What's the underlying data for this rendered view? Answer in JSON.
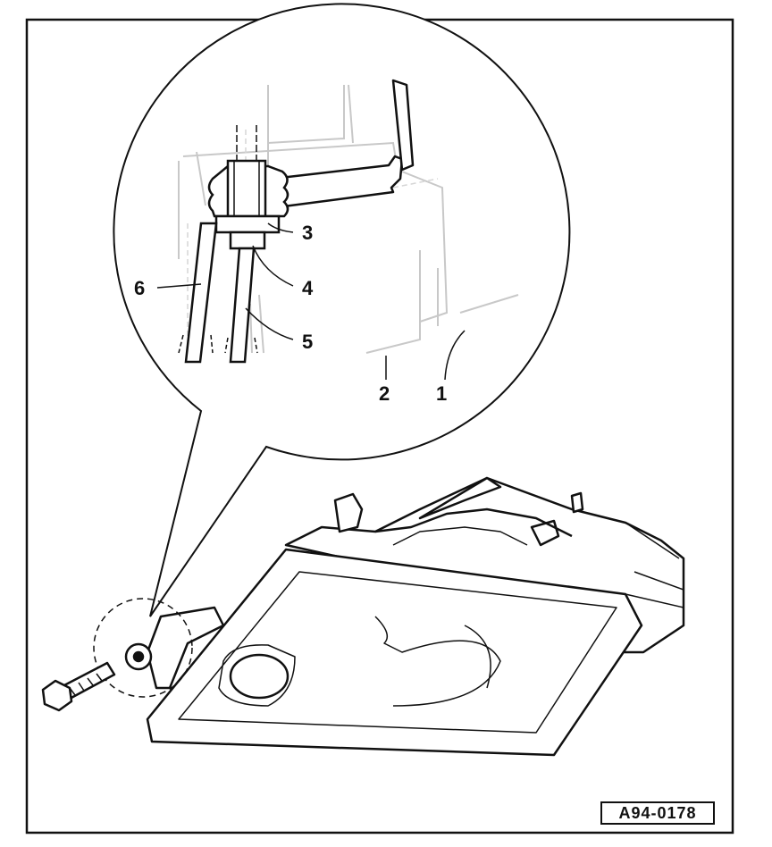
{
  "callouts": [
    {
      "id": "callout-1",
      "label": "1"
    },
    {
      "id": "callout-2",
      "label": "2"
    },
    {
      "id": "callout-3",
      "label": "3"
    },
    {
      "id": "callout-4",
      "label": "4"
    },
    {
      "id": "callout-5",
      "label": "5"
    },
    {
      "id": "callout-6",
      "label": "6"
    }
  ],
  "reference_code": "A94-0178",
  "colors": {
    "ink": "#111111",
    "faint": "#bfbfbf",
    "paper": "#ffffff"
  }
}
